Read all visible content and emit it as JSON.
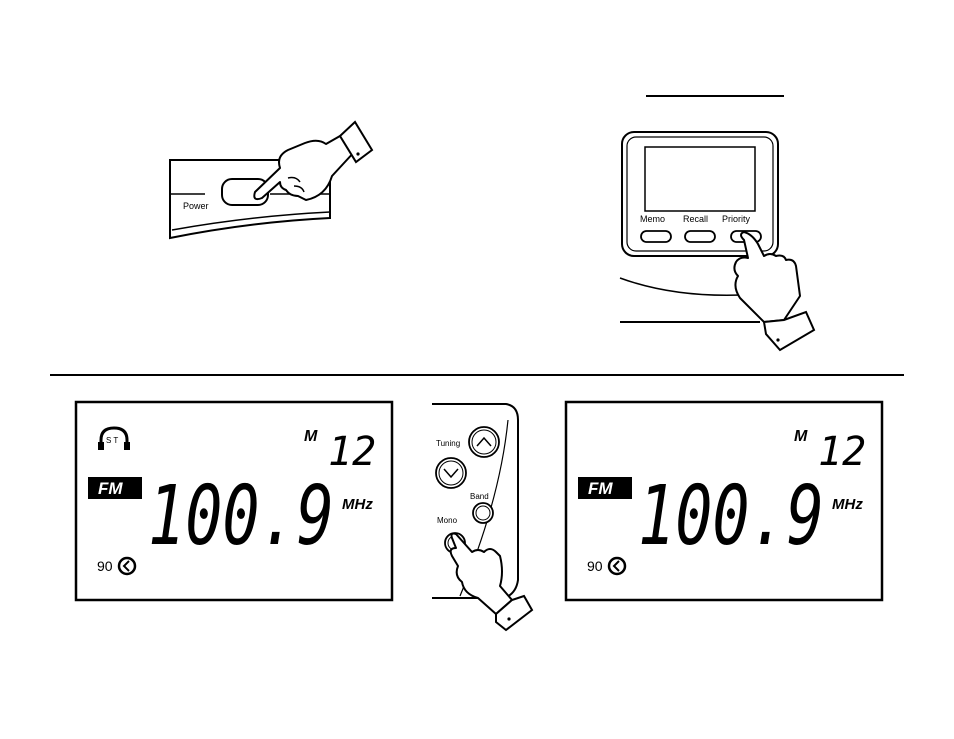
{
  "power_panel": {
    "power_label": "Power"
  },
  "priority_panel": {
    "buttons": [
      {
        "label": "Memo"
      },
      {
        "label": "Recall"
      },
      {
        "label": "Priority"
      }
    ]
  },
  "control_panel": {
    "tuning_label": "Tuning",
    "band_label": "Band",
    "mono_label": "Mono"
  },
  "display_stereo": {
    "stereo_label": "S T",
    "memory_prefix": "M",
    "memory_number": "12",
    "band_badge": "FM",
    "frequency": "100.9",
    "unit": "MHz",
    "timer_value": "90"
  },
  "display_mono": {
    "memory_prefix": "M",
    "memory_number": "12",
    "band_badge": "FM",
    "frequency": "100.9",
    "unit": "MHz",
    "timer_value": "90"
  }
}
